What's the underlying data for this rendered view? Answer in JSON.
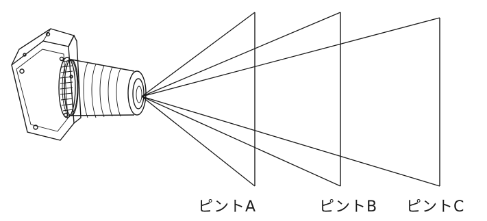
{
  "focus_labels": [
    "ピントA",
    "ピントB",
    "ピントC"
  ]
}
